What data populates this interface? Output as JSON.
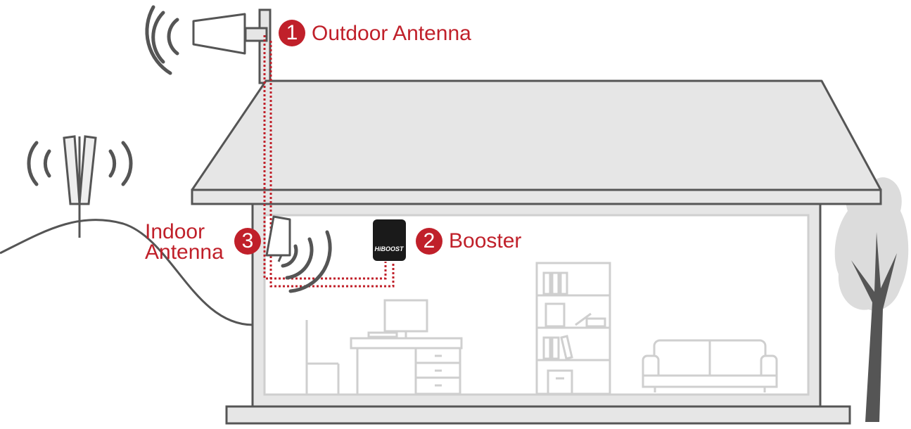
{
  "callouts": [
    {
      "number": "1",
      "label": "Outdoor Antenna"
    },
    {
      "number": "2",
      "label": "Booster"
    },
    {
      "number": "3",
      "label_line1": "Indoor",
      "label_line2": "Antenna"
    }
  ],
  "booster_brand": "HiBOOST",
  "colors": {
    "accent": "#c0202a",
    "outline": "#555555",
    "fill": "#e6e6e6",
    "furniture": "#cfcfcf",
    "device": "#1a1a1a"
  }
}
